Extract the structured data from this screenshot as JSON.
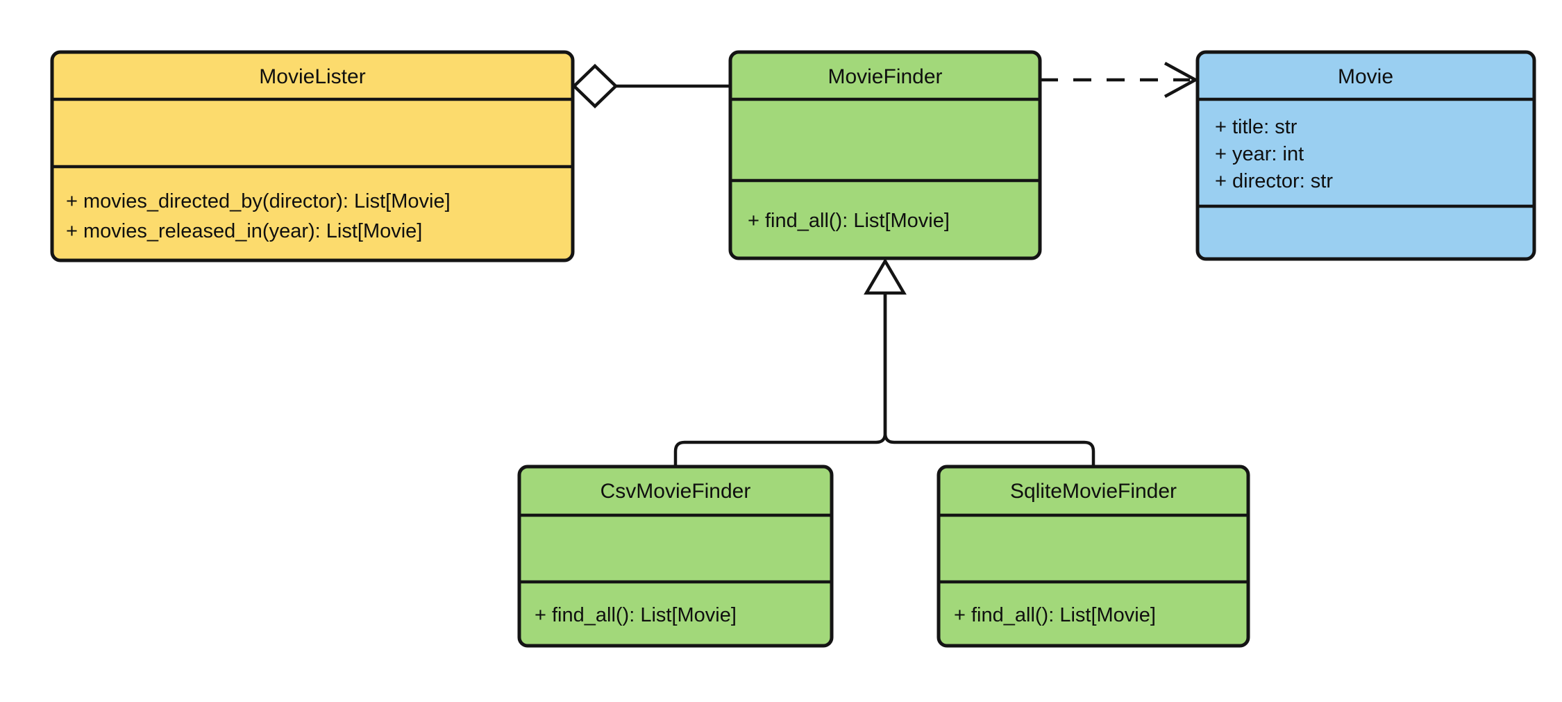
{
  "diagram": {
    "kind": "uml-class-diagram",
    "background": "#ffffff",
    "stroke_color": "#141414",
    "classes": [
      {
        "name": "MovieLister",
        "fill": "#FCDB6D",
        "attributes": [],
        "methods": [
          "+ movies_directed_by(director): List[Movie]",
          "+ movies_released_in(year): List[Movie]"
        ]
      },
      {
        "name": "MovieFinder",
        "fill": "#A2D87A",
        "attributes": [],
        "methods": [
          "+ find_all(): List[Movie]"
        ]
      },
      {
        "name": "Movie",
        "fill": "#9ACFF1",
        "attributes": [
          "+ title: str",
          "+ year: int",
          "+ director: str"
        ],
        "methods": []
      },
      {
        "name": "CsvMovieFinder",
        "fill": "#A2D87A",
        "attributes": [],
        "methods": [
          "+ find_all(): List[Movie]"
        ]
      },
      {
        "name": "SqliteMovieFinder",
        "fill": "#A2D87A",
        "attributes": [],
        "methods": [
          "+ find_all(): List[Movie]"
        ]
      }
    ],
    "relationships": [
      {
        "type": "aggregation",
        "from": "MovieLister",
        "to": "MovieFinder"
      },
      {
        "type": "dependency",
        "from": "MovieFinder",
        "to": "Movie"
      },
      {
        "type": "inheritance",
        "from": "CsvMovieFinder",
        "to": "MovieFinder"
      },
      {
        "type": "inheritance",
        "from": "SqliteMovieFinder",
        "to": "MovieFinder"
      }
    ]
  }
}
